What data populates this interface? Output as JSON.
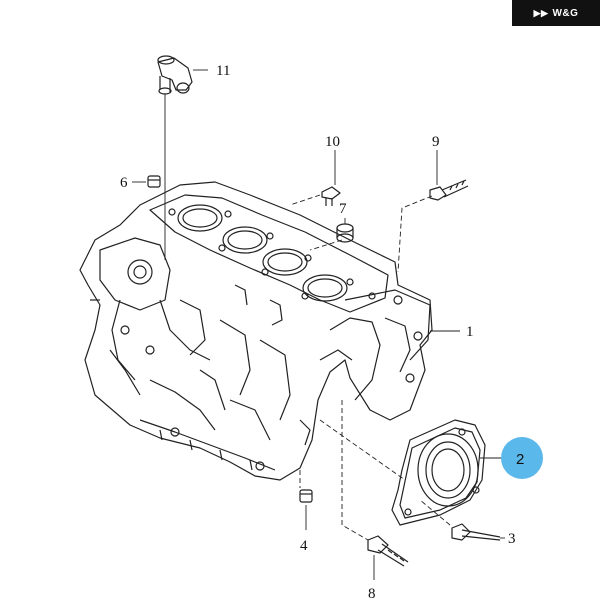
{
  "brand": {
    "logo_text": "W&G",
    "logo_icon": "wheel-mark-icon",
    "badge_color": "#111111"
  },
  "callouts": [
    {
      "id": "1",
      "label": "1"
    },
    {
      "id": "2",
      "label": "2",
      "highlighted": true
    },
    {
      "id": "3",
      "label": "3"
    },
    {
      "id": "4",
      "label": "4"
    },
    {
      "id": "6",
      "label": "6"
    },
    {
      "id": "7",
      "label": "7"
    },
    {
      "id": "8",
      "label": "8"
    },
    {
      "id": "9",
      "label": "9"
    },
    {
      "id": "10",
      "label": "10"
    },
    {
      "id": "11",
      "label": "11"
    }
  ],
  "colors": {
    "highlight": "#5bb8ea",
    "line": "#222222"
  }
}
